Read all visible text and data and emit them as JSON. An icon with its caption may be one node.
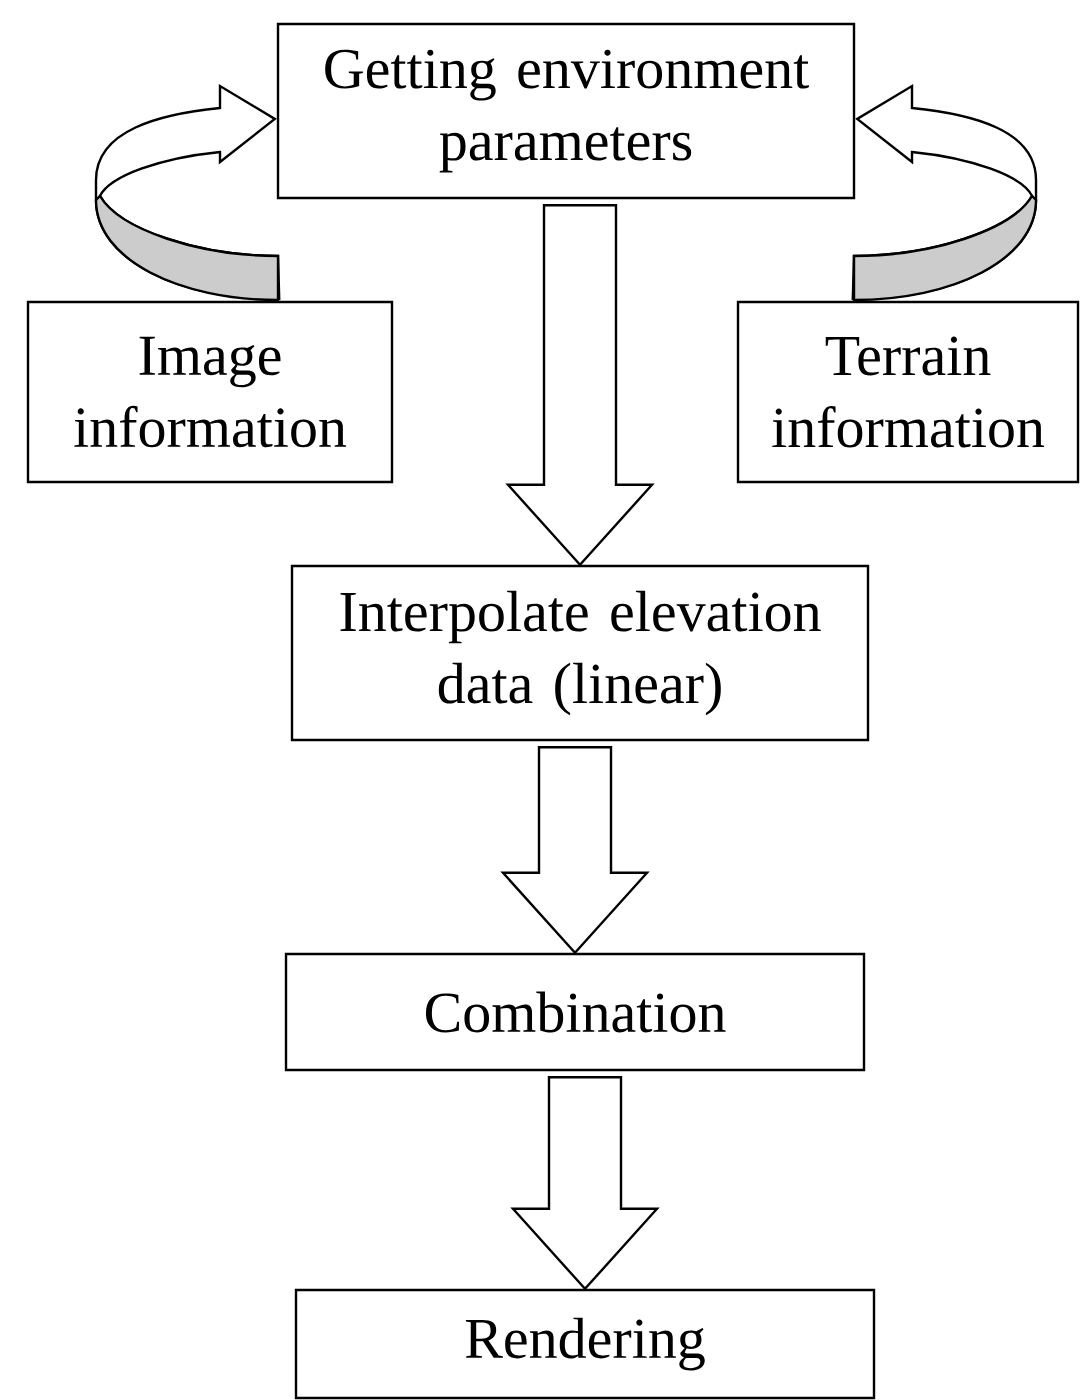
{
  "diagram": {
    "nodes": [
      {
        "text": [
          "Getting environment parameters"
        ]
      },
      {
        "text": [
          "Image information"
        ]
      },
      {
        "text": [
          "Terrain information"
        ]
      },
      {
        "text": [
          "Interpolate elevation data (linear)"
        ]
      },
      {
        "text": [
          "Combination"
        ]
      },
      {
        "text": [
          "Rendering"
        ]
      }
    ],
    "edges": [
      {
        "from": 1,
        "to": 0,
        "arrow": "to"
      },
      {
        "from": 2,
        "to": 0,
        "arrow": "to"
      },
      {
        "from": 0,
        "to": 3,
        "arrow": "to"
      },
      {
        "from": 3,
        "to": 4,
        "arrow": "to"
      },
      {
        "from": 4,
        "to": 5,
        "arrow": "to"
      }
    ]
  }
}
